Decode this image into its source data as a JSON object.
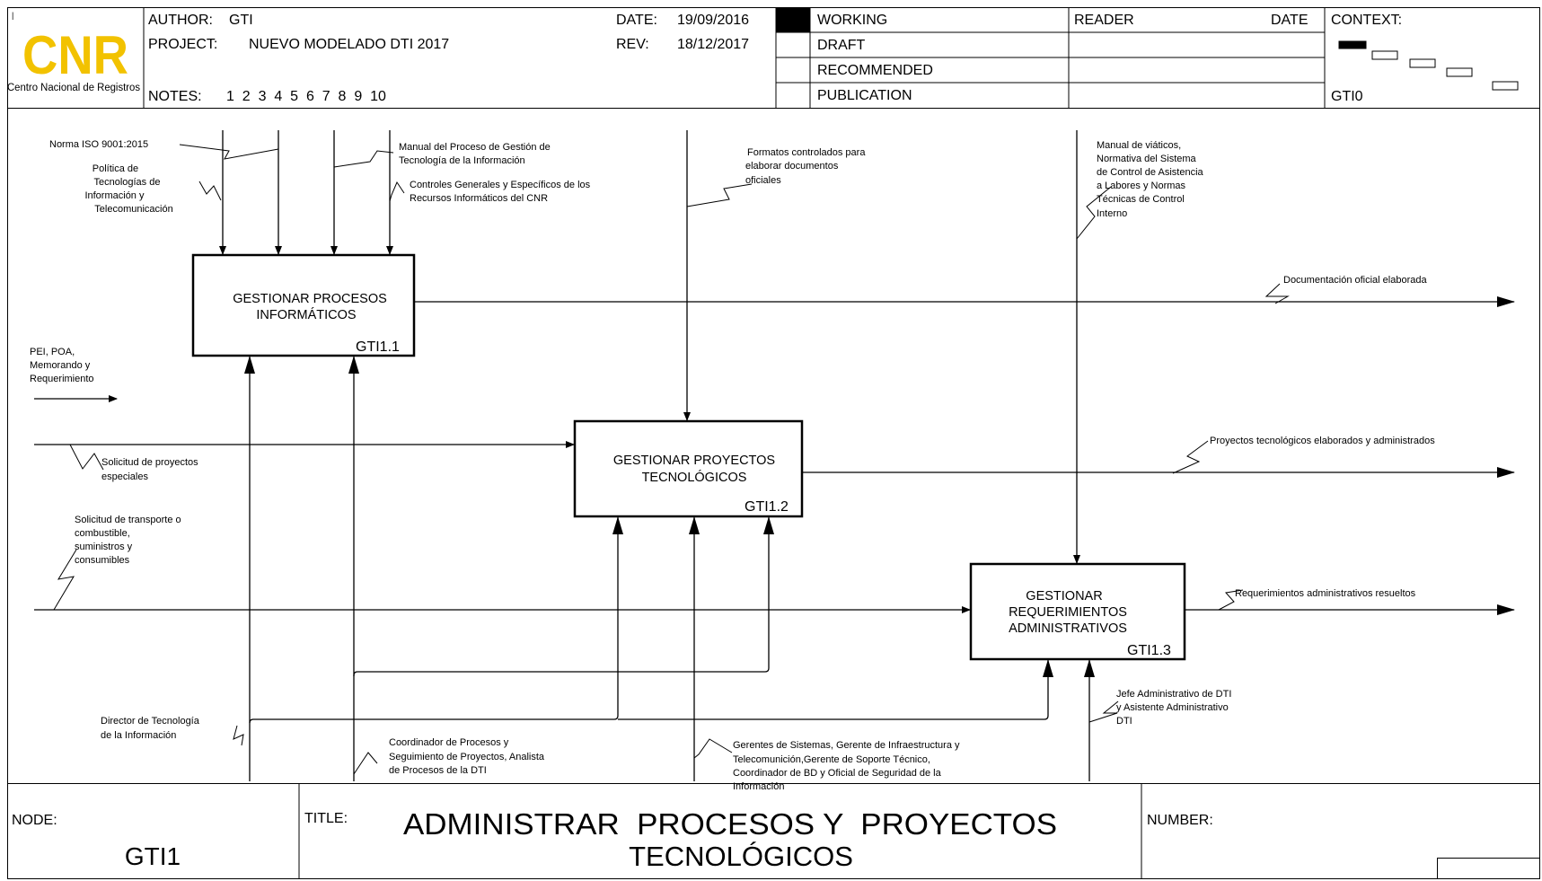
{
  "logo": {
    "letters": "CNR",
    "org": "Centro Nacional de Registros",
    "color": "#f2c200"
  },
  "header": {
    "author_label": "AUTHOR:",
    "author": "GTI",
    "project_label": "PROJECT:",
    "project": "NUEVO MODELADO DTI 2017",
    "notes_label": "NOTES:",
    "notes": "1  2  3  4  5  6  7  8  9  10",
    "date_label": "DATE:",
    "date": "19/09/2016",
    "rev_label": "REV:",
    "rev": "18/12/2017",
    "status": [
      "WORKING",
      "DRAFT",
      "RECOMMENDED",
      "PUBLICATION"
    ],
    "reader_label": "READER",
    "reader_date_label": "DATE",
    "context_label": "CONTEXT:",
    "context_node": "GTI0"
  },
  "activities": [
    {
      "id": "GTI1.1",
      "lines": [
        "GESTIONAR PROCESOS",
        "INFORMÁTICOS"
      ]
    },
    {
      "id": "GTI1.2",
      "lines": [
        "GESTIONAR PROYECTOS",
        "TECNOLÓGICOS"
      ]
    },
    {
      "id": "GTI1.3",
      "lines": [
        "GESTIONAR",
        "REQUERIMIENTOS",
        "ADMINISTRATIVOS"
      ]
    }
  ],
  "controls": {
    "iso": "Norma ISO 9001:2015",
    "politica": [
      "Política de",
      "Tecnologías de",
      "Información  y",
      "Telecomunicación"
    ],
    "manual_proceso": [
      "Manual del Proceso de Gestión de",
      "Tecnología de la Información"
    ],
    "controles": [
      "Controles Generales y Específicos de los",
      "Recursos Informáticos del CNR"
    ],
    "formatos": [
      "Formatos controlados para",
      "elaborar documentos",
      "oficiales"
    ],
    "manual_viaticos": [
      "Manual de viáticos,",
      "Normativa del Sistema",
      "de Control de Asistencia",
      "a Labores y Normas",
      "Técnicas de Control",
      "Interno"
    ]
  },
  "inputs": {
    "pei": [
      "PEI, POA,",
      "Memorando y",
      "Requerimiento"
    ],
    "solicitud_proyectos": [
      "Solicitud de proyectos",
      "especiales"
    ],
    "solicitud_transporte": [
      "Solicitud de transporte o",
      "combustible,",
      "suministros y",
      "consumibles"
    ]
  },
  "outputs": {
    "documentacion": "Documentación oficial elaborada",
    "proyectos": "Proyectos tecnológicos elaborados y administrados",
    "requerimientos": "Requerimientos administrativos resueltos"
  },
  "mechanisms": {
    "director": [
      "Director de Tecnología",
      "de la Información"
    ],
    "coordinador": [
      "Coordinador de Procesos y",
      "Seguimiento de Proyectos, Analista",
      "de Procesos de la DTI"
    ],
    "gerentes": [
      "Gerentes de Sistemas, Gerente de Infraestructura y",
      "Telecomunición,Gerente de Soporte Técnico,",
      "Coordinador de BD y Oficial de Seguridad de la",
      "Información"
    ],
    "jefe": [
      "Jefe Administrativo de DTI",
      "y Asistente Administrativo",
      "DTI"
    ]
  },
  "footer": {
    "node_label": "NODE:",
    "node": "GTI1",
    "title_label": "TITLE:",
    "title_lines": [
      "ADMINISTRAR  PROCESOS Y  PROYECTOS",
      "TECNOLÓGICOS"
    ],
    "number_label": "NUMBER:"
  }
}
